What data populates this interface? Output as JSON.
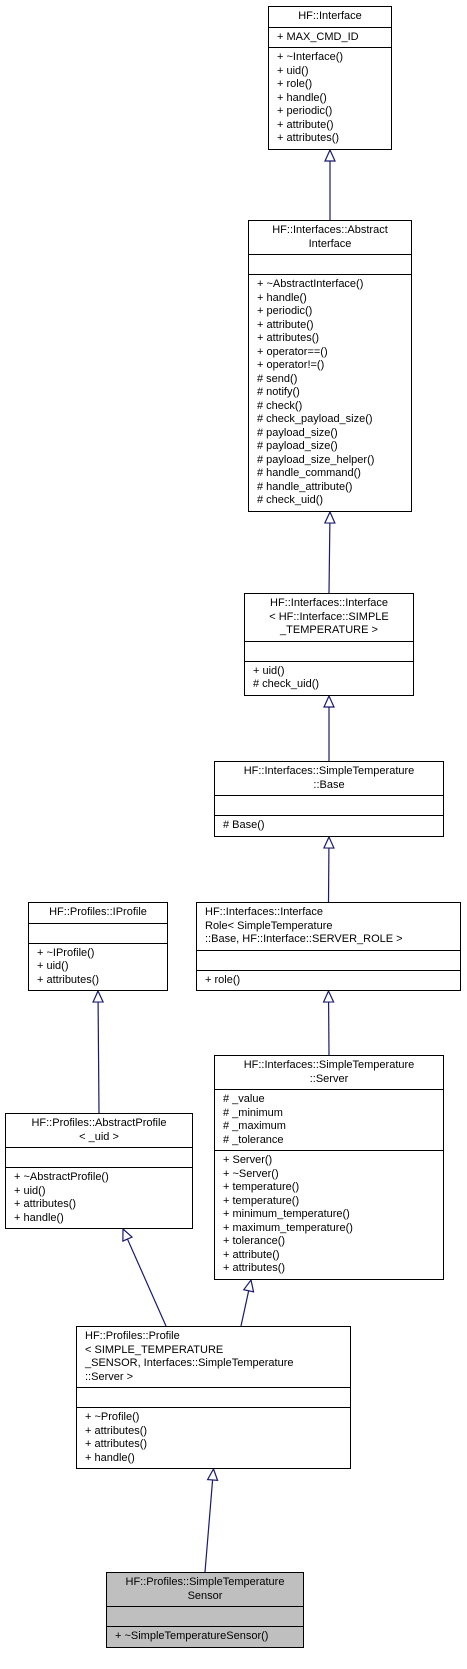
{
  "nodes": [
    {
      "id": "hf-interface",
      "title": [
        "HF::Interface"
      ],
      "attributes": [
        "+ MAX_CMD_ID"
      ],
      "methods": [
        "+ ~Interface()",
        "+ uid()",
        "+ role()",
        "+ handle()",
        "+ periodic()",
        "+ attribute()",
        "+ attributes()"
      ]
    },
    {
      "id": "hf-interfaces-abstract-interface",
      "title": [
        "HF::Interfaces::Abstract",
        "Interface"
      ],
      "attributes": [],
      "methods": [
        "+ ~AbstractInterface()",
        "+ handle()",
        "+ periodic()",
        "+ attribute()",
        "+ attributes()",
        "+ operator==()",
        "+ operator!=()",
        "# send()",
        "# notify()",
        "# check()",
        "# check_payload_size()",
        "# payload_size()",
        "# payload_size()",
        "# payload_size_helper()",
        "# handle_command()",
        "# handle_attribute()",
        "# check_uid()"
      ]
    },
    {
      "id": "hf-interfaces-interface-simple-temperature",
      "title": [
        "HF::Interfaces::Interface",
        "< HF::Interface::SIMPLE",
        "_TEMPERATURE >"
      ],
      "attributes": [],
      "methods": [
        "+ uid()",
        "# check_uid()"
      ]
    },
    {
      "id": "hf-interfaces-simpletemperature-base",
      "title": [
        "HF::Interfaces::SimpleTemperature",
        "::Base"
      ],
      "attributes": [],
      "methods": [
        "# Base()"
      ]
    },
    {
      "id": "hf-interfaces-interfacerole",
      "title": [
        "HF::Interfaces::Interface",
        "Role< SimpleTemperature",
        "::Base, HF::Interface::SERVER_ROLE >"
      ],
      "attributes": [],
      "methods": [
        "+ role()"
      ]
    },
    {
      "id": "hf-interfaces-simpletemperature-server",
      "title": [
        "HF::Interfaces::SimpleTemperature",
        "::Server"
      ],
      "attributes": [
        "# _value",
        "# _minimum",
        "# _maximum",
        "# _tolerance"
      ],
      "methods": [
        "+ Server()",
        "+ ~Server()",
        "+ temperature()",
        "+ temperature()",
        "+ minimum_temperature()",
        "+ maximum_temperature()",
        "+ tolerance()",
        "+ attribute()",
        "+ attributes()"
      ]
    },
    {
      "id": "hf-profiles-iprofile",
      "title": [
        "HF::Profiles::IProfile"
      ],
      "attributes": [],
      "methods": [
        "+ ~IProfile()",
        "+ uid()",
        "+ attributes()"
      ]
    },
    {
      "id": "hf-profiles-abstractprofile",
      "title": [
        "HF::Profiles::AbstractProfile",
        "< _uid >"
      ],
      "attributes": [],
      "methods": [
        "+ ~AbstractProfile()",
        "+ uid()",
        "+ attributes()",
        "+ handle()"
      ]
    },
    {
      "id": "hf-profiles-profile",
      "title": [
        "HF::Profiles::Profile",
        "< SIMPLE_TEMPERATURE",
        "_SENSOR, Interfaces::SimpleTemperature",
        "::Server >"
      ],
      "attributes": [],
      "methods": [
        "+ ~Profile()",
        "+ attributes()",
        "+ attributes()",
        "+ handle()"
      ]
    },
    {
      "id": "hf-profiles-simpletemperaturesensor",
      "title": [
        "HF::Profiles::SimpleTemperature",
        "Sensor"
      ],
      "attributes": [],
      "methods": [
        "+ ~SimpleTemperatureSensor()"
      ]
    }
  ],
  "edges": [
    {
      "from": "hf-interfaces-abstract-interface",
      "to": "hf-interface"
    },
    {
      "from": "hf-interfaces-interface-simple-temperature",
      "to": "hf-interfaces-abstract-interface"
    },
    {
      "from": "hf-interfaces-simpletemperature-base",
      "to": "hf-interfaces-interface-simple-temperature"
    },
    {
      "from": "hf-interfaces-interfacerole",
      "to": "hf-interfaces-simpletemperature-base"
    },
    {
      "from": "hf-interfaces-simpletemperature-server",
      "to": "hf-interfaces-interfacerole"
    },
    {
      "from": "hf-profiles-abstractprofile",
      "to": "hf-profiles-iprofile"
    },
    {
      "from": "hf-profiles-profile",
      "to": "hf-profiles-abstractprofile"
    },
    {
      "from": "hf-profiles-profile",
      "to": "hf-interfaces-simpletemperature-server"
    },
    {
      "from": "hf-profiles-simpletemperaturesensor",
      "to": "hf-profiles-profile"
    }
  ],
  "colors": {
    "edge": "#191970",
    "border": "#000000",
    "background": "#ffffff",
    "highlight": "#bfbfbf"
  }
}
